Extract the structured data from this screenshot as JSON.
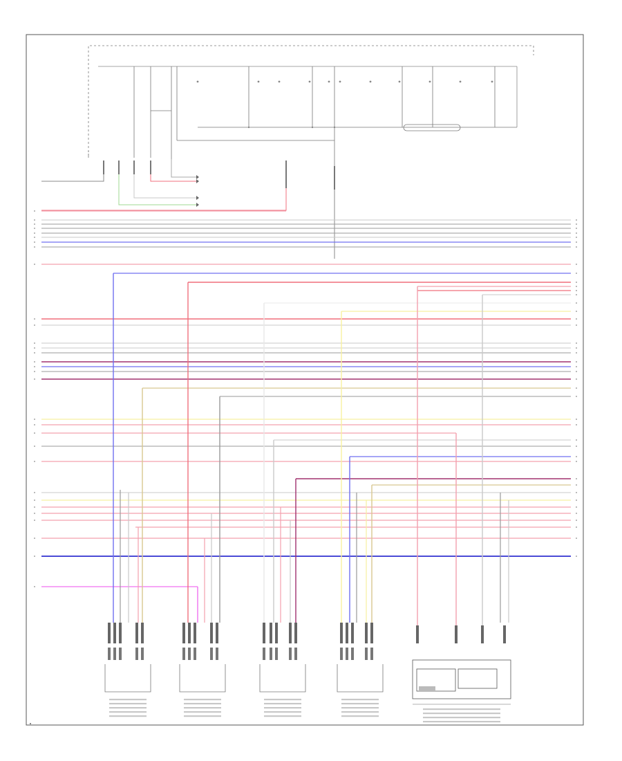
{
  "wires": [
    {
      "id": "w1",
      "color": "#f3a0ae"
    },
    {
      "id": "w2",
      "color": "#c9c9c9"
    },
    {
      "id": "w3",
      "color": "#9a9a9a"
    },
    {
      "id": "w4",
      "color": "#9a9a9a"
    },
    {
      "id": "w5",
      "color": "#9a9a9a"
    },
    {
      "id": "w6",
      "color": "#c9c9c9"
    },
    {
      "id": "w7",
      "color": "#6f6ff0"
    },
    {
      "id": "w8",
      "color": "#9a9a9a"
    },
    {
      "id": "w9",
      "color": "#f3a0ae"
    },
    {
      "id": "w10",
      "color": "#6f6ff0"
    },
    {
      "id": "w11",
      "color": "#f06f7c"
    },
    {
      "id": "w12",
      "color": "#f3a0ae"
    },
    {
      "id": "w13",
      "color": "#f06f7c"
    },
    {
      "id": "w14",
      "color": "#c9c9c9"
    },
    {
      "id": "w15",
      "color": "#e8e8e8"
    },
    {
      "id": "w16",
      "color": "#f7f1a0"
    },
    {
      "id": "w17",
      "color": "#f06f7c"
    },
    {
      "id": "w18",
      "color": "#c9c9c9"
    },
    {
      "id": "w19",
      "color": "#c9c9c9"
    },
    {
      "id": "w20",
      "color": "#c9c9c9"
    },
    {
      "id": "w21",
      "color": "#9a9a9a"
    },
    {
      "id": "w22",
      "color": "#a0306e"
    },
    {
      "id": "w23",
      "color": "#6f6ff0"
    },
    {
      "id": "w24",
      "color": "#9a9a9a"
    },
    {
      "id": "w25",
      "color": "#a0306e"
    },
    {
      "id": "w26",
      "color": "#d8c890"
    },
    {
      "id": "w27",
      "color": "#9a9a9a"
    },
    {
      "id": "w28",
      "color": "#f7f1a0"
    },
    {
      "id": "w29",
      "color": "#f3a0ae"
    },
    {
      "id": "w30",
      "color": "#f3a0ae"
    },
    {
      "id": "w31",
      "color": "#c9c9c9"
    },
    {
      "id": "w32",
      "color": "#9a9a9a"
    },
    {
      "id": "w33",
      "color": "#6f6ff0"
    },
    {
      "id": "w34",
      "color": "#f3a0ae"
    },
    {
      "id": "w35",
      "color": "#a0306e"
    },
    {
      "id": "w36",
      "color": "#d8c890"
    },
    {
      "id": "w37",
      "color": "#c9c9c9"
    },
    {
      "id": "w38",
      "color": "#f7f1a0"
    },
    {
      "id": "w39",
      "color": "#f3a0ae"
    },
    {
      "id": "w40",
      "color": "#f3a0ae"
    },
    {
      "id": "w41",
      "color": "#f3a0ae"
    },
    {
      "id": "w42",
      "color": "#f3a0ae"
    },
    {
      "id": "w43",
      "color": "#f3a0ae"
    },
    {
      "id": "w44",
      "color": "#3030d0"
    },
    {
      "id": "w45",
      "color": "#f070f0"
    }
  ],
  "components": {
    "cyl1": {
      "label": ""
    },
    "cyl2": {
      "label": ""
    },
    "cyl3": {
      "label": ""
    },
    "cyl4": {
      "label": ""
    },
    "relay_box": {
      "label": ""
    }
  }
}
